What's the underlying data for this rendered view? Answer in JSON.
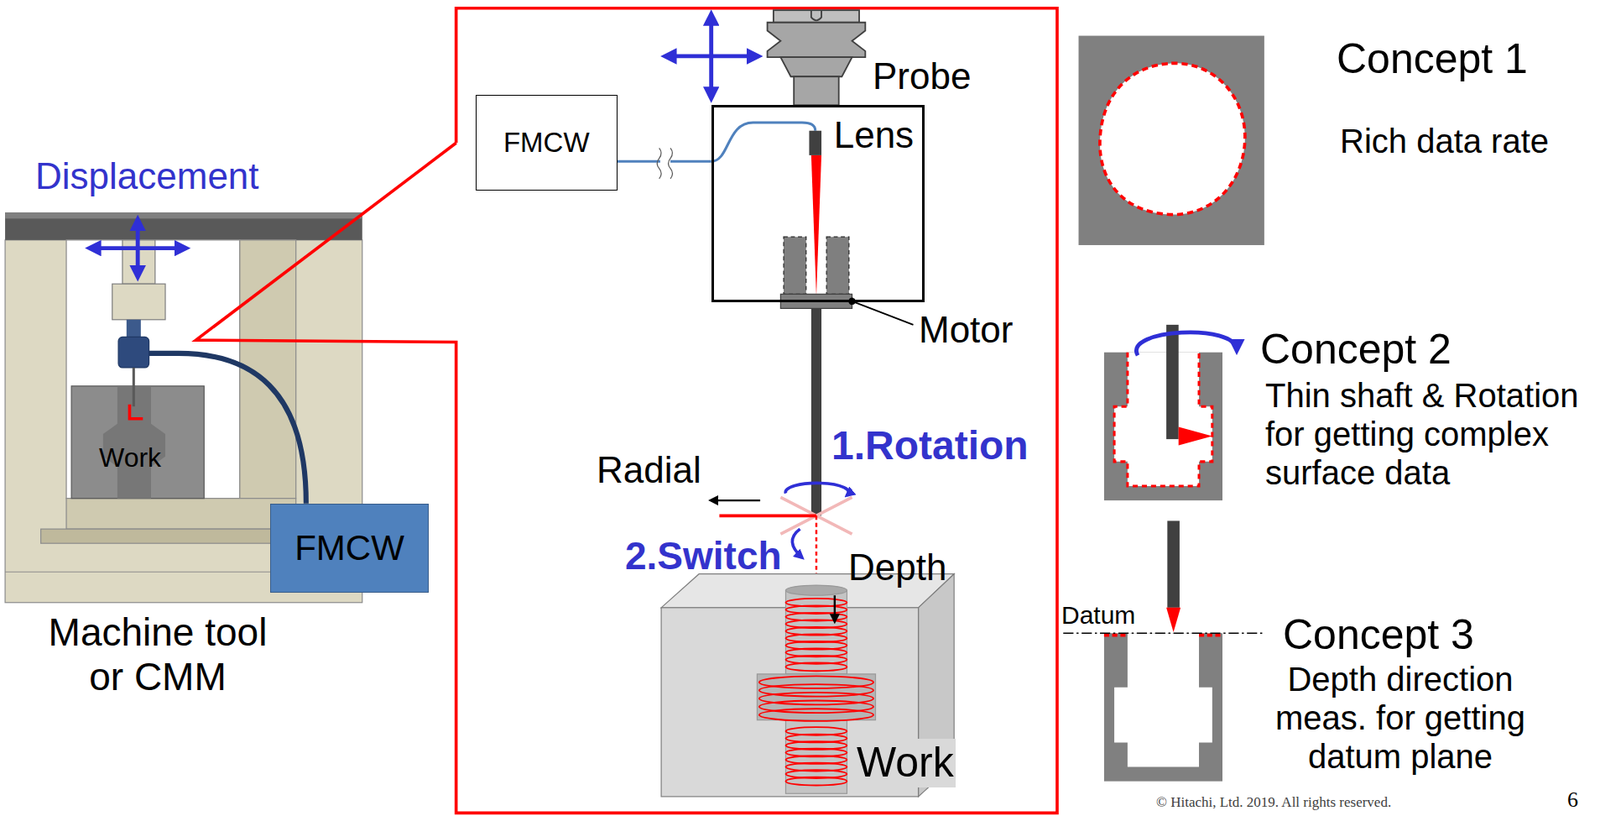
{
  "diagram": {
    "nodes": [
      {
        "text": [
          "FMCW"
        ]
      },
      {
        "text": [
          "FMCW"
        ]
      },
      {
        "text": [
          "Lens"
        ]
      }
    ],
    "edges": [
      {
        "from": 1,
        "to": 2,
        "arrow": "none"
      }
    ],
    "labels": [
      "Displacement",
      "Work",
      "Machine tool or CMM",
      "Probe",
      "Motor",
      "1.Rotation",
      "Radial",
      "2.Switch",
      "Depth",
      "Work",
      "Concept 1",
      "Rich data rate",
      "Concept 2",
      "Thin shaft & Rotation for getting complex surface data",
      "Datum",
      "Concept 3",
      "Depth direction meas. for getting datum plane",
      "© Hitachi, Ltd. 2019. All rights reserved.",
      "6"
    ]
  }
}
